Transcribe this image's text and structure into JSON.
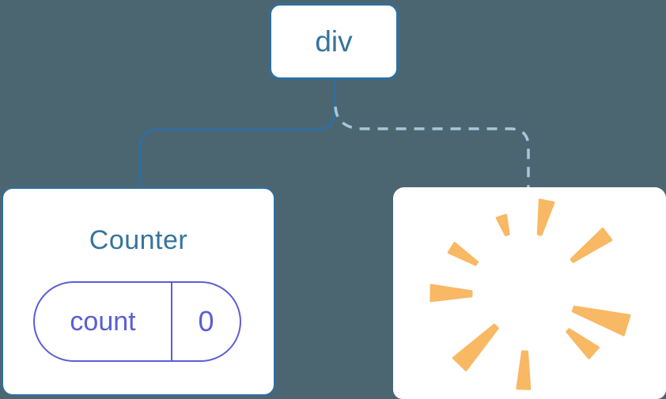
{
  "diagram": {
    "description": "Component tree diagram: div root with one kept child (Counter with state) and one removed child (poof)",
    "root": {
      "label": "div"
    },
    "counter_node": {
      "title": "Counter",
      "state": {
        "key": "count",
        "value": "0"
      }
    },
    "removed_node": {
      "icon": "poof-icon"
    },
    "connectors": {
      "kept": "solid",
      "removed": "dashed"
    }
  },
  "colors": {
    "background": "#4C6671",
    "node_bg": "#FFFFFF",
    "node_border": "#2F6F9F",
    "node_text": "#35749E",
    "solid_line": "#2F6F9F",
    "dashed_line": "#A8C6DC",
    "state_accent": "#5A5ED6",
    "poof": "#F8B864"
  }
}
